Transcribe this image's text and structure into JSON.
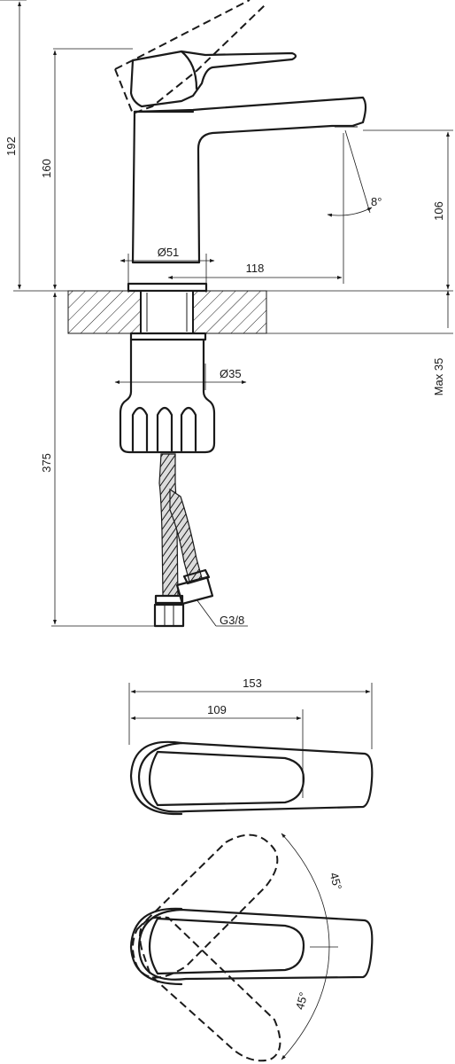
{
  "dimensions": {
    "total_height": "192",
    "body_height": "160",
    "base_diameter": "Ø51",
    "spout_reach": "118",
    "spout_height": "106",
    "spout_angle": "8°",
    "shank_diameter": "Ø35",
    "max_counter_thickness": "Max 35",
    "hose_length": "375",
    "connector_thread": "G3/8",
    "top_total_length": "153",
    "top_lever_length": "109",
    "rotation_angle_upper": "45°",
    "rotation_angle_lower": "45°"
  }
}
